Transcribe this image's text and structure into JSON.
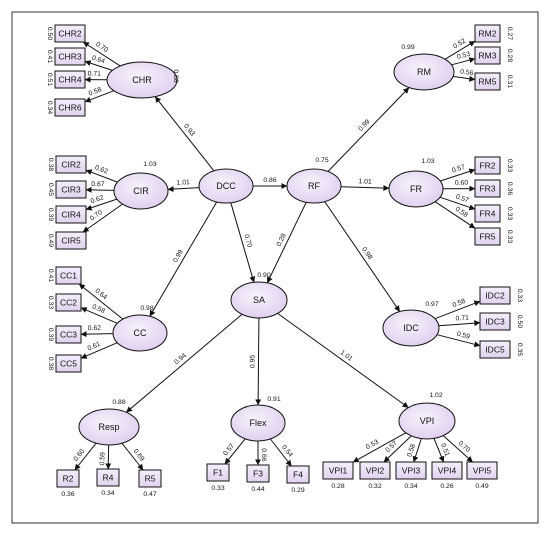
{
  "colors": {
    "frame": "#333333",
    "node_fill": "#ede3f6",
    "stroke": "#111111",
    "background": "#ffffff"
  },
  "latents": [
    {
      "id": "CHR",
      "label": "CHR",
      "r2": "0.88"
    },
    {
      "id": "CIR",
      "label": "CIR",
      "r2": "1.03"
    },
    {
      "id": "CC",
      "label": "CC",
      "r2": "0.98"
    },
    {
      "id": "DCC",
      "label": "DCC",
      "r2": ""
    },
    {
      "id": "RF",
      "label": "RF",
      "r2": "0.75"
    },
    {
      "id": "RM",
      "label": "RM",
      "r2": "0.99"
    },
    {
      "id": "FR",
      "label": "FR",
      "r2": "1.03"
    },
    {
      "id": "IDC",
      "label": "IDC",
      "r2": "0.97"
    },
    {
      "id": "SA",
      "label": "SA",
      "r2": "0.90"
    },
    {
      "id": "Resp",
      "label": "Resp",
      "r2": "0.88"
    },
    {
      "id": "Flex",
      "label": "Flex",
      "r2": "0.91"
    },
    {
      "id": "VPI",
      "label": "VPI",
      "r2": "1.02"
    }
  ],
  "structural_paths": [
    {
      "from": "DCC",
      "to": "CHR",
      "coef": "0.93"
    },
    {
      "from": "DCC",
      "to": "CIR",
      "coef": "1.01"
    },
    {
      "from": "DCC",
      "to": "CC",
      "coef": "0.99"
    },
    {
      "from": "DCC",
      "to": "RF",
      "coef": "0.86"
    },
    {
      "from": "DCC",
      "to": "SA",
      "coef": "0.70"
    },
    {
      "from": "RF",
      "to": "RM",
      "coef": "0.99"
    },
    {
      "from": "RF",
      "to": "FR",
      "coef": "1.01"
    },
    {
      "from": "RF",
      "to": "IDC",
      "coef": "0.98"
    },
    {
      "from": "RF",
      "to": "SA",
      "coef": "0.28"
    },
    {
      "from": "SA",
      "to": "Resp",
      "coef": "0.94"
    },
    {
      "from": "SA",
      "to": "Flex",
      "coef": "0.95"
    },
    {
      "from": "SA",
      "to": "VPI",
      "coef": "1.01"
    }
  ],
  "indicators": [
    {
      "latent": "CHR",
      "label": "CHR2",
      "loading": "0.70",
      "variance": "0.50"
    },
    {
      "latent": "CHR",
      "label": "CHR3",
      "loading": "0.64",
      "variance": "0.41"
    },
    {
      "latent": "CHR",
      "label": "CHR4",
      "loading": "0.71",
      "variance": "0.51"
    },
    {
      "latent": "CHR",
      "label": "CHR6",
      "loading": "0.58",
      "variance": "0.34"
    },
    {
      "latent": "CIR",
      "label": "CIR2",
      "loading": "0.62",
      "variance": "0.38"
    },
    {
      "latent": "CIR",
      "label": "CIR3",
      "loading": "0.67",
      "variance": "0.45"
    },
    {
      "latent": "CIR",
      "label": "CIR4",
      "loading": "0.62",
      "variance": "0.39"
    },
    {
      "latent": "CIR",
      "label": "CIR5",
      "loading": "0.70",
      "variance": "0.49"
    },
    {
      "latent": "CC",
      "label": "CC1",
      "loading": "0.64",
      "variance": "0.41"
    },
    {
      "latent": "CC",
      "label": "CC2",
      "loading": "0.58",
      "variance": "0.33"
    },
    {
      "latent": "CC",
      "label": "CC3",
      "loading": "0.62",
      "variance": "0.39"
    },
    {
      "latent": "CC",
      "label": "CC5",
      "loading": "0.61",
      "variance": "0.38"
    },
    {
      "latent": "RM",
      "label": "RM2",
      "loading": "0.52",
      "variance": "0.27"
    },
    {
      "latent": "RM",
      "label": "RM3",
      "loading": "0.53",
      "variance": "0.28"
    },
    {
      "latent": "RM",
      "label": "RM5",
      "loading": "0.56",
      "variance": "0.31"
    },
    {
      "latent": "FR",
      "label": "FR2",
      "loading": "0.57",
      "variance": "0.33"
    },
    {
      "latent": "FR",
      "label": "FR3",
      "loading": "0.60",
      "variance": "0.36"
    },
    {
      "latent": "FR",
      "label": "FR4",
      "loading": "0.57",
      "variance": "0.33"
    },
    {
      "latent": "FR",
      "label": "FR5",
      "loading": "0.58",
      "variance": "0.33"
    },
    {
      "latent": "IDC",
      "label": "IDC2",
      "loading": "0.58",
      "variance": "0.33"
    },
    {
      "latent": "IDC",
      "label": "IDC3",
      "loading": "0.71",
      "variance": "0.50"
    },
    {
      "latent": "IDC",
      "label": "IDC5",
      "loading": "0.59",
      "variance": "0.35"
    },
    {
      "latent": "Resp",
      "label": "R2",
      "loading": "0.60",
      "variance": "0.36"
    },
    {
      "latent": "Resp",
      "label": "R4",
      "loading": "0.59",
      "variance": "0.34"
    },
    {
      "latent": "Resp",
      "label": "R5",
      "loading": "0.69",
      "variance": "0.47"
    },
    {
      "latent": "Flex",
      "label": "F1",
      "loading": "0.57",
      "variance": "0.33"
    },
    {
      "latent": "Flex",
      "label": "F3",
      "loading": "0.66",
      "variance": "0.44"
    },
    {
      "latent": "Flex",
      "label": "F4",
      "loading": "0.54",
      "variance": "0.29"
    },
    {
      "latent": "VPI",
      "label": "VPI1",
      "loading": "0.53",
      "variance": "0.28"
    },
    {
      "latent": "VPI",
      "label": "VPI2",
      "loading": "0.57",
      "variance": "0.32"
    },
    {
      "latent": "VPI",
      "label": "VPI3",
      "loading": "0.58",
      "variance": "0.34"
    },
    {
      "latent": "VPI",
      "label": "VPI4",
      "loading": "0.51",
      "variance": "0.26"
    },
    {
      "latent": "VPI",
      "label": "VPI5",
      "loading": "0.70",
      "variance": "0.49"
    }
  ]
}
